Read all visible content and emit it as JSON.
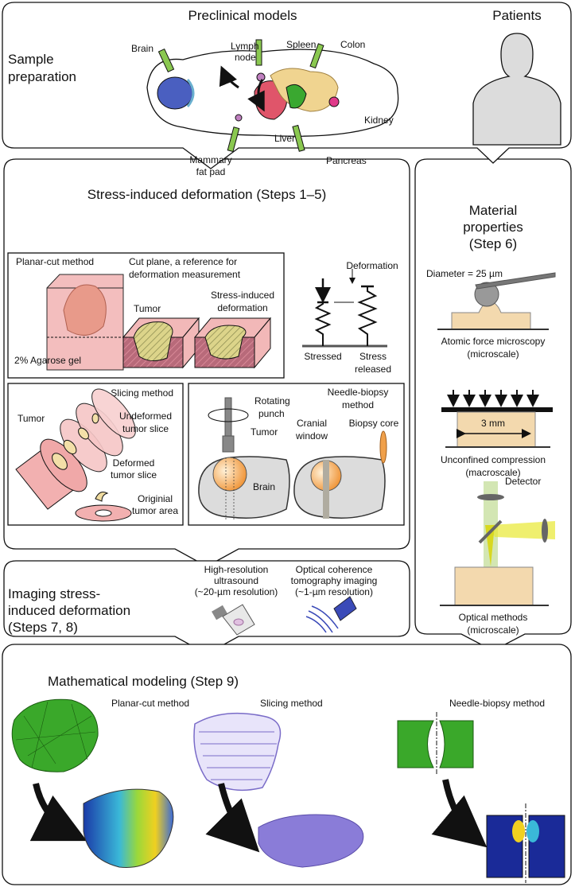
{
  "sample_preparation": {
    "label_lines": [
      "Sample",
      "preparation"
    ],
    "preclinical_title": "Preclinical models",
    "patients_title": "Patients",
    "organs": {
      "brain": "Brain",
      "lymph_node": [
        "Lymph",
        "node"
      ],
      "spleen": "Spleen",
      "colon": "Colon",
      "kidney": "Kidney",
      "liver": "Liver",
      "pancreas": "Pancreas",
      "mammary": [
        "Mammary",
        "fat pad"
      ]
    }
  },
  "stress_panel": {
    "title": "Stress-induced deformation (Steps 1–5)",
    "planar": {
      "title": "Planar-cut method",
      "cut_plane": [
        "Cut plane, a reference for",
        "deformation measurement"
      ],
      "tumor": "Tumor",
      "stress_induced": [
        "Stress-induced",
        "deformation"
      ],
      "gel": "2% Agarose gel"
    },
    "springs": {
      "deformation": "Deformation",
      "stressed": "Stressed",
      "released": [
        "Stress",
        "released"
      ]
    },
    "slicing": {
      "title": "Slicing method",
      "tumor": "Tumor",
      "undeformed": [
        "Undeformed",
        "tumor slice"
      ],
      "deformed": [
        "Deformed",
        "tumor slice"
      ],
      "original": [
        "Originial",
        "tumor area"
      ]
    },
    "needle": {
      "title": [
        "Needle-biopsy",
        "method"
      ],
      "rotating": [
        "Rotating",
        "punch"
      ],
      "tumor": "Tumor",
      "brain": "Brain",
      "cranial": [
        "Cranial",
        "window"
      ],
      "core": "Biopsy core"
    }
  },
  "material_panel": {
    "title_lines": [
      "Material",
      "properties",
      "(Step 6)"
    ],
    "afm": {
      "diameter": "Diameter = 25 µm",
      "label": [
        "Atomic force microscopy",
        "(microscale)"
      ]
    },
    "compression": {
      "width": "3 mm",
      "label": [
        "Unconfined compression",
        "(macroscale)"
      ]
    },
    "optical": {
      "detector": "Detector",
      "label": [
        "Optical methods",
        "(microscale)"
      ]
    }
  },
  "imaging_panel": {
    "title_lines": [
      "Imaging stress-",
      "induced deformation",
      "(Steps 7, 8)"
    ],
    "ultrasound": [
      "High-resolution",
      "ultrasound",
      "(~20-µm resolution)"
    ],
    "oct": [
      "Optical coherence",
      "tomography imaging",
      "(~1-µm resolution)"
    ]
  },
  "modeling_panel": {
    "title": "Mathematical modeling (Step 9)",
    "planar": "Planar-cut method",
    "slicing": "Slicing method",
    "needle": "Needle-biopsy method"
  },
  "colors": {
    "gel_pink": "#f2b8b8",
    "tumor_yellow": "#f3dfa8",
    "tumor_orange": "#f0a04a",
    "mesh_green": "#3aa82a",
    "mesh_purple": "#7a6cc8",
    "sample_tan": "#f3d9ae"
  }
}
